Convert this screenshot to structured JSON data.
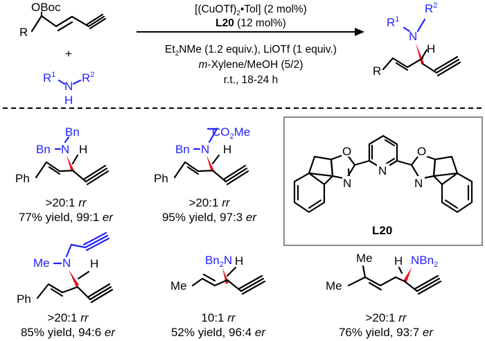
{
  "scheme": {
    "substrate_label": "OBoc",
    "r_label": "R",
    "plus": "+",
    "amine": {
      "r1": "R",
      "r1_sup": "1",
      "n": "N",
      "r2": "R",
      "r2_sup": "2",
      "h": "H"
    },
    "conditions": {
      "line1": "[(CuOTf)",
      "line1_sub": "2",
      "line1_rest": "•Tol] (2 mol%)",
      "line2_bold": "L20",
      "line2_rest": " (12 mol%)",
      "line3a": "Et",
      "line3a_sub": "2",
      "line3b": "NMe (1.2 equiv.), LiOTf (1 equiv.)",
      "line4_italic": "m",
      "line4_rest": "-Xylene/MeOH (5/2)",
      "line5": "r.t., 18-24 h"
    },
    "product": {
      "r1": "R",
      "r1_sup": "1",
      "n": "N",
      "r2": "R",
      "r2_sup": "2",
      "h": "H",
      "r": "R"
    }
  },
  "examples": [
    {
      "amine_top": "Bn",
      "amine_left": "Bn",
      "n": "N",
      "h": "H",
      "sub": "Ph",
      "rr_val": ">20:1 ",
      "rr_unit": "rr",
      "yield_text": "77% yield, 99:1 ",
      "er_unit": "er"
    },
    {
      "amine_chain": "CO",
      "amine_chain_sub": "2",
      "amine_chain_rest": "Me",
      "amine_left": "Bn",
      "n": "N",
      "h": "H",
      "sub": "Ph",
      "rr_val": ">20:1 ",
      "rr_unit": "rr",
      "yield_text": "95% yield, 97:3 ",
      "er_unit": "er"
    },
    {
      "amine_left": "Me",
      "n": "N",
      "h": "H",
      "sub": "Ph",
      "rr_val": ">20:1 ",
      "rr_unit": "rr",
      "yield_text": "85% yield, 94:6 ",
      "er_unit": "er"
    },
    {
      "amine": "Bn",
      "amine_sub": "2",
      "amine_n": "N",
      "h": "H",
      "sub": "Me",
      "rr_val": "10:1 ",
      "rr_unit": "rr",
      "yield_text": "52% yield, 96:4 ",
      "er_unit": "er"
    },
    {
      "amine_n": "N",
      "amine": "Bn",
      "amine_sub": "2",
      "h": "H",
      "sub": "Me",
      "rr_val": ">20:1 ",
      "rr_unit": "rr",
      "yield_text": "76% yield, 93:7 ",
      "er_unit": "er"
    }
  ],
  "ligand": {
    "label": "L20",
    "atoms": {
      "n_py": "N",
      "o_left": "O",
      "o_right": "O",
      "n_left": "N",
      "n_right": "N"
    }
  }
}
